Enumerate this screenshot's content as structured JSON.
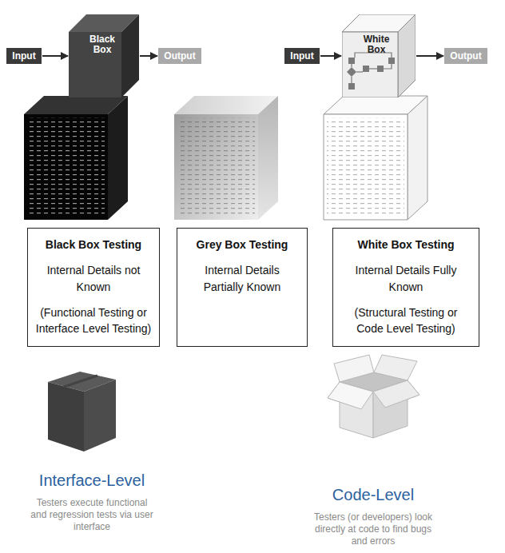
{
  "diagram": {
    "nodes": [
      {
        "text": [
          "Input"
        ]
      },
      {
        "text": [
          "Black Box"
        ]
      },
      {
        "text": [
          "Output"
        ]
      },
      {
        "text": [
          "Input"
        ]
      },
      {
        "text": [
          "White Box"
        ]
      },
      {
        "text": [
          "Output"
        ]
      },
      {
        "text": [
          "Black Box Testing",
          "Internal Details not Known",
          "(Functional Testing or Interface Level Testing)"
        ]
      },
      {
        "text": [
          "Grey Box Testing",
          "Internal Details Partially Known"
        ]
      },
      {
        "text": [
          "White Box Testing",
          "Internal Details Fully Known",
          "(Structural Testing or Code Level Testing)"
        ]
      }
    ],
    "edges": [
      {
        "from": 0,
        "to": 1,
        "arrow": "to"
      },
      {
        "from": 1,
        "to": 2,
        "arrow": "to"
      },
      {
        "from": 3,
        "to": 4,
        "arrow": "to"
      },
      {
        "from": 4,
        "to": 5,
        "arrow": "to"
      }
    ],
    "labels": [
      "Interface-Level",
      "Testers execute functional and regression tests via user interface",
      "Code-Level",
      "Testers (or developers) look directly at code to find bugs and errors"
    ]
  }
}
